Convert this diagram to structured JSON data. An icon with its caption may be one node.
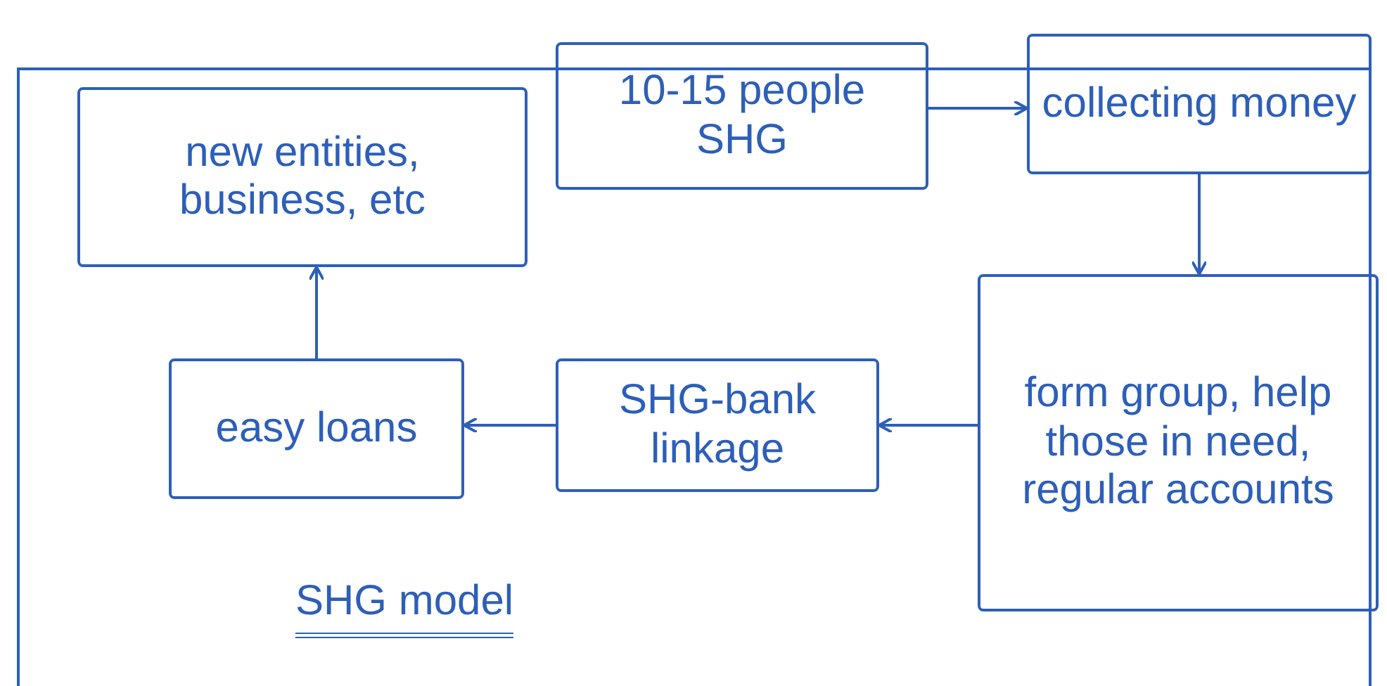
{
  "diagram": {
    "title": "SHG model",
    "nodes": [
      {
        "text": [
          "new entities, business, etc"
        ]
      },
      {
        "text": [
          "10-15 people SHG"
        ]
      },
      {
        "text": [
          "collecting money"
        ]
      },
      {
        "text": [
          "form group, help those in need, regular accounts"
        ]
      },
      {
        "text": [
          "easy loans"
        ]
      },
      {
        "text": [
          "SHG-bank linkage"
        ]
      }
    ],
    "edges": [
      {
        "from": 1,
        "to": 2,
        "arrow": "to"
      },
      {
        "from": 2,
        "to": 3,
        "arrow": "to"
      },
      {
        "from": 3,
        "to": 5,
        "arrow": "to"
      },
      {
        "from": 5,
        "to": 4,
        "arrow": "to"
      },
      {
        "from": 4,
        "to": 0,
        "arrow": "to"
      }
    ]
  }
}
